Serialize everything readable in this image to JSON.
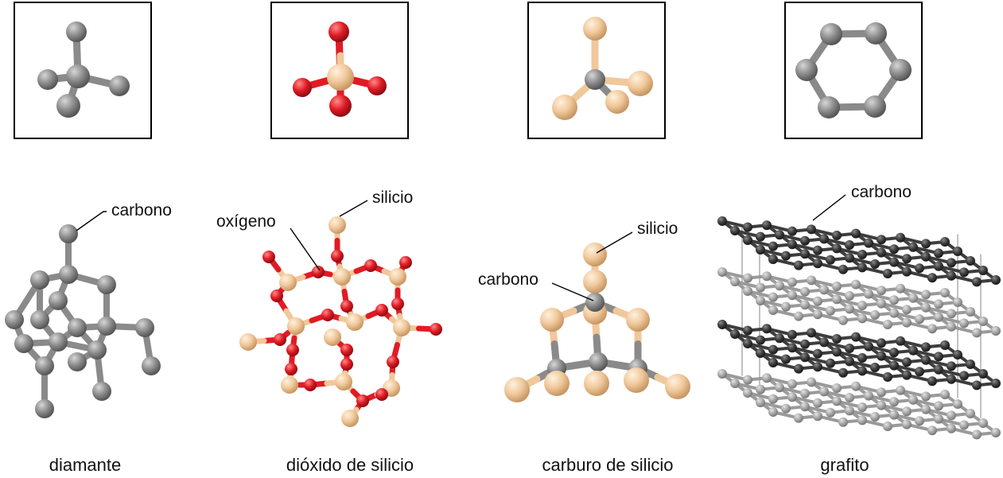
{
  "captions": {
    "diamond": "diamante",
    "silica": "dióxido de silicio",
    "carbide": "carburo de silicio",
    "graphite": "grafito"
  },
  "labels": {
    "diamond_carbon": "carbono",
    "silica_oxygen": "oxígeno",
    "silica_silicon": "silicio",
    "carbide_silicon": "silicio",
    "carbide_carbon": "carbono",
    "graphite_carbon": "carbono"
  },
  "colors": {
    "carbon_gray": "#8a8a8a",
    "oxygen_red": "#e01b24",
    "silicon_tan": "#f0c89b",
    "graphite_dark": "#3d3d3d"
  }
}
